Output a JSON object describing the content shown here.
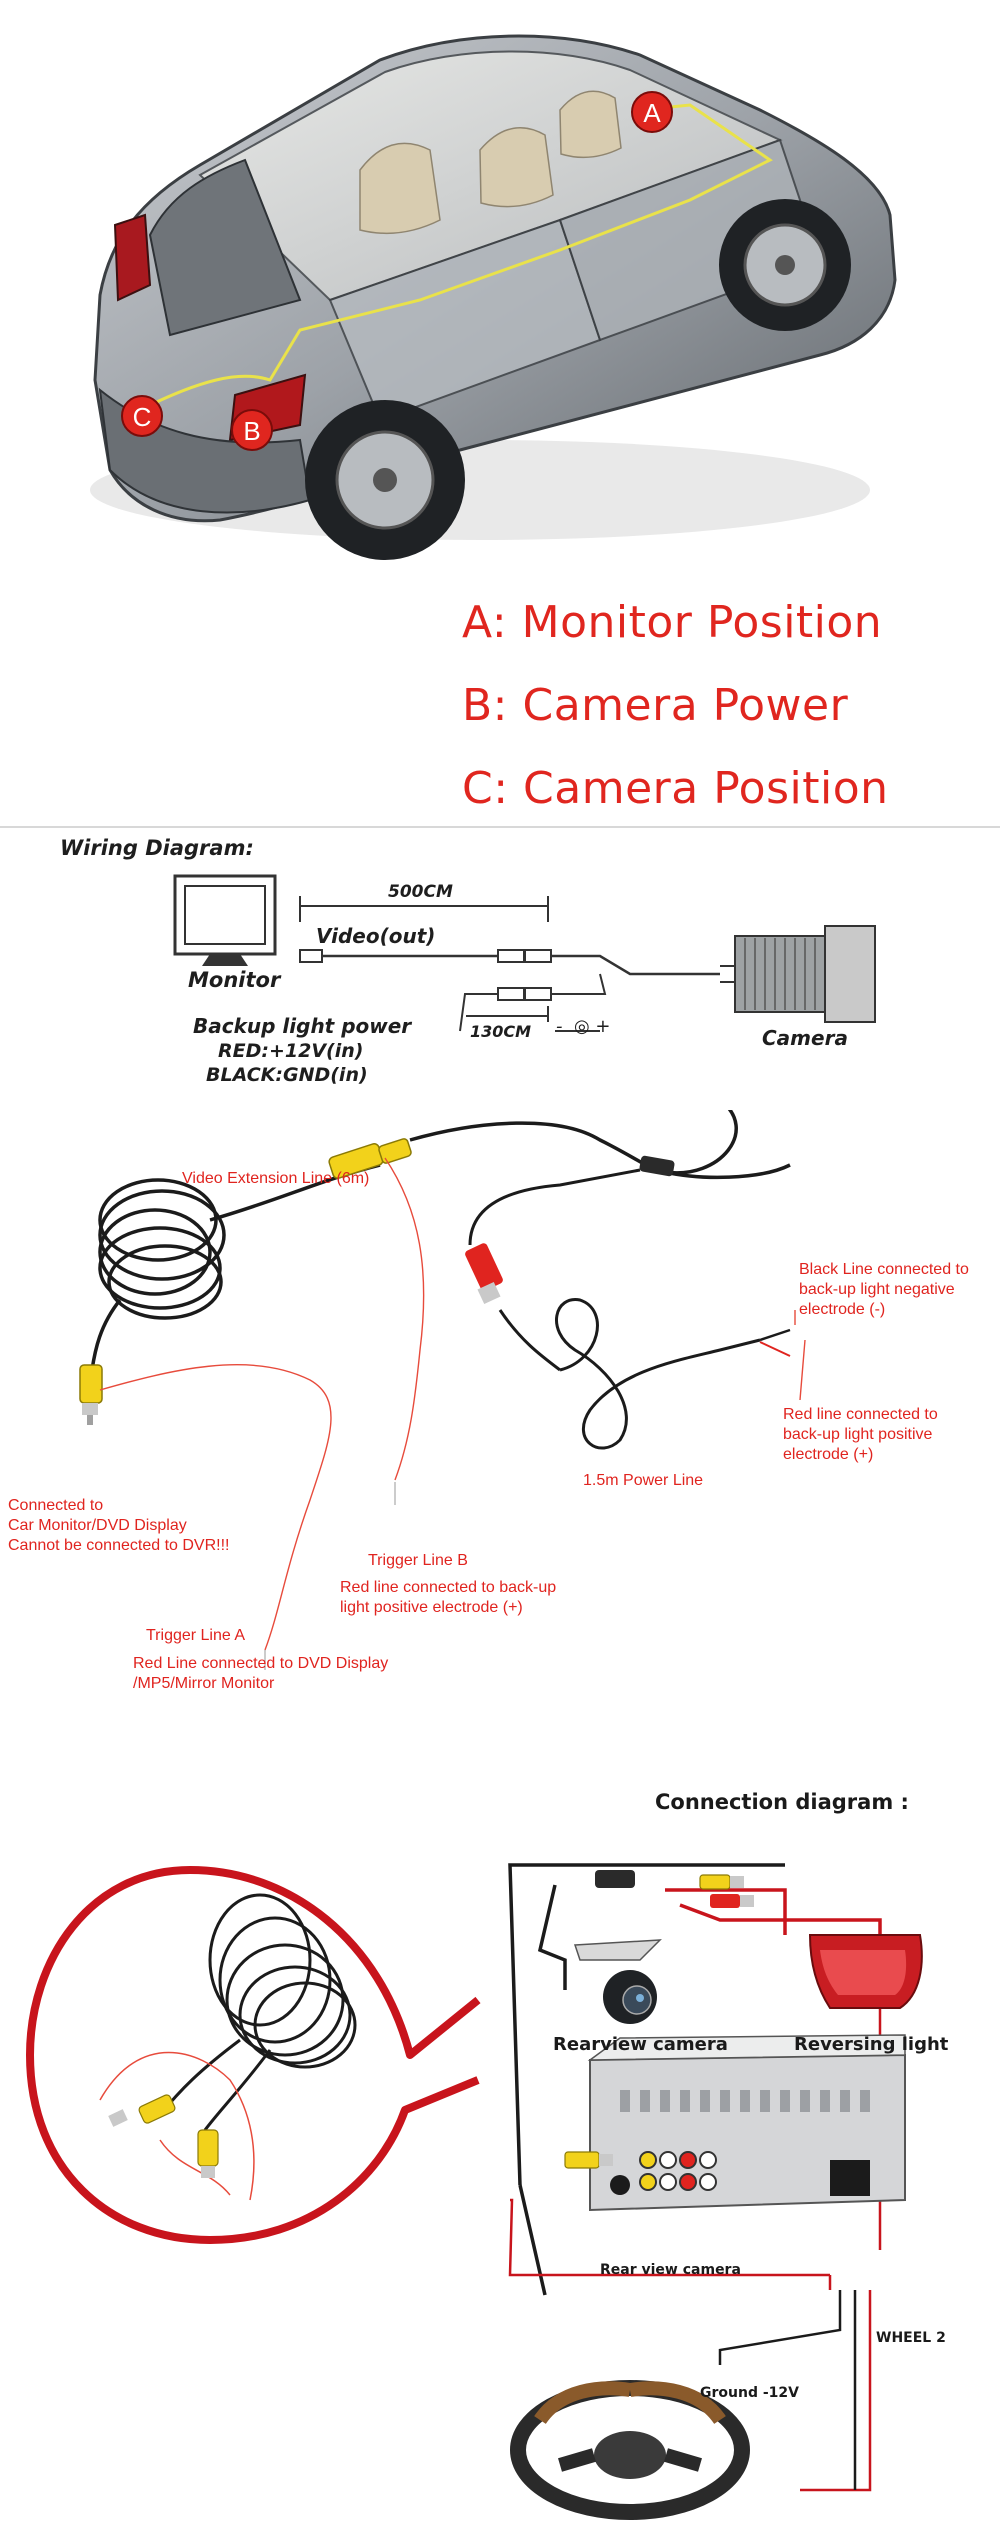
{
  "car_section": {
    "markers": [
      {
        "letter": "A"
      },
      {
        "letter": "B"
      },
      {
        "letter": "C"
      }
    ],
    "legend": [
      "A: Monitor Position",
      "B: Camera Power",
      "C: Camera Position"
    ]
  },
  "wiring_diagram": {
    "title": "Wiring Diagram:",
    "monitor_label": "Monitor",
    "length_main": "500CM",
    "video_label": "Video(out)",
    "backup_power_label": "Backup light power",
    "red_label": "RED:+12V(in)",
    "black_label": "BLACK:GND(in)",
    "length_power": "130CM",
    "polarity": "-  ◎ +",
    "camera_label": "Camera"
  },
  "cable_section": {
    "video_extension": "Video Extension Line (6m)",
    "black_line": [
      "Black Line connected to",
      "back-up light negative",
      "electrode (-)"
    ],
    "red_line": [
      "Red line connected to",
      "back-up light positive",
      "electrode (+)"
    ],
    "power_line": "1.5m Power Line",
    "connected_to": [
      "Connected to",
      "Car Monitor/DVD Display",
      "Cannot be connected to DVR!!!"
    ],
    "trigger_b_title": "Trigger Line B",
    "trigger_b_desc": [
      "Red line connected to back-up",
      "light positive electrode (+)"
    ],
    "trigger_a_title": "Trigger Line A",
    "trigger_a_desc": [
      "Red Line connected to DVD Display",
      "/MP5/Mirror Monitor"
    ]
  },
  "connection_section": {
    "title": "Connection diagram :",
    "rearview_camera": "Rearview camera",
    "reversing_light": "Reversing light",
    "rear_view_camera_port": "Rear view camera",
    "wheel": "WHEEL 2",
    "ground": "Ground -12V"
  },
  "colors": {
    "accent_red": "#e0261f",
    "wire_black": "#1b1b1b",
    "connector_yellow": "#f2d21b",
    "wire_red": "#e8402f"
  }
}
